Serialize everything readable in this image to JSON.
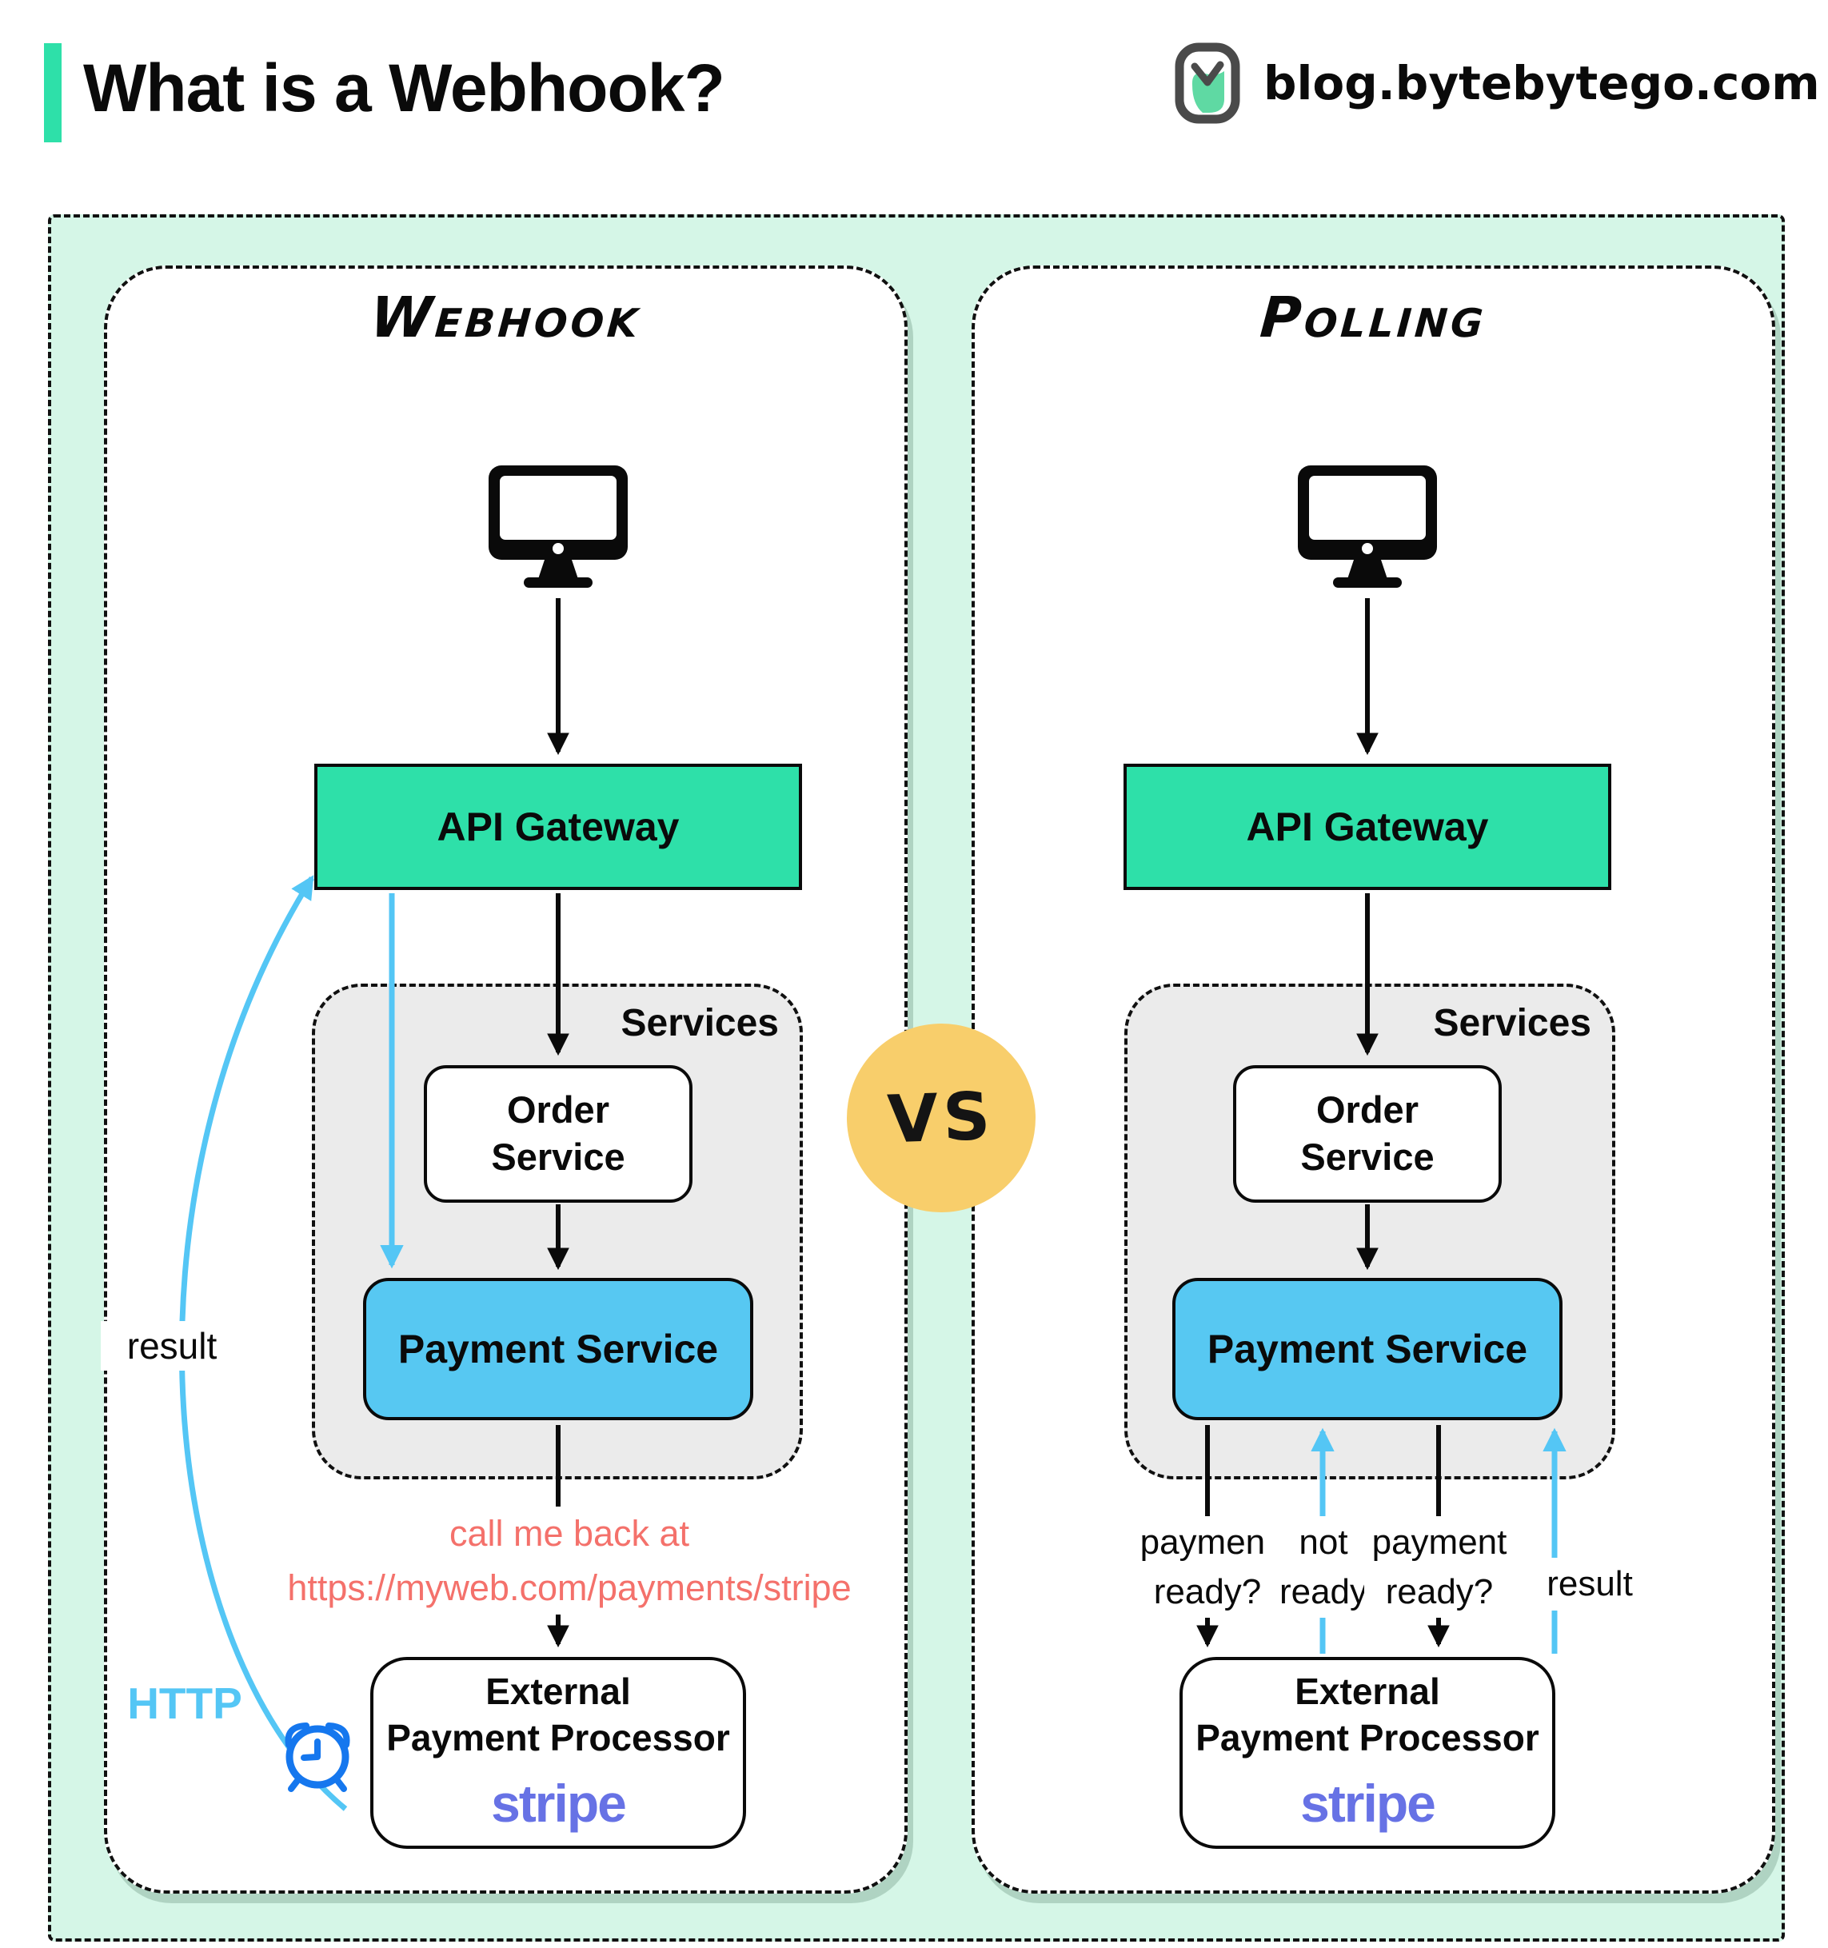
{
  "header": {
    "title": "What is a Webhook?",
    "site": "blog.bytebytego.com"
  },
  "vs_label": "VS",
  "colors": {
    "teal": "#2EE0A9",
    "mint": "#D5F6E7",
    "services-gray": "#EBEBEB",
    "payment-blue": "#57C8F2",
    "arrow-blue": "#54C6F5",
    "clock-blue": "#1577EE",
    "salmon": "#F4716B",
    "stripe-purple": "#6772E5",
    "vs-yellow": "#F8CE6B"
  },
  "webhook": {
    "title": "Webhook",
    "api_gateway": "API Gateway",
    "services_label": "Services",
    "order_lines": [
      "Order",
      "Service"
    ],
    "payment_service": "Payment Service",
    "external_lines": [
      "External",
      "Payment Processor"
    ],
    "vendor": "stripe",
    "callback_lines": [
      "call me back at",
      "https://myweb.com/payments/stripe"
    ],
    "result_label": "result",
    "http_label": "HTTP"
  },
  "polling": {
    "title": "Polling",
    "api_gateway": "API Gateway",
    "services_label": "Services",
    "order_lines": [
      "Order",
      "Service"
    ],
    "payment_service": "Payment Service",
    "external_lines": [
      "External",
      "Payment Processor"
    ],
    "vendor": "stripe",
    "flow_labels": [
      [
        "payment",
        "ready?"
      ],
      [
        "not",
        "ready"
      ],
      [
        "payment",
        "ready?"
      ],
      [
        "result"
      ]
    ]
  }
}
